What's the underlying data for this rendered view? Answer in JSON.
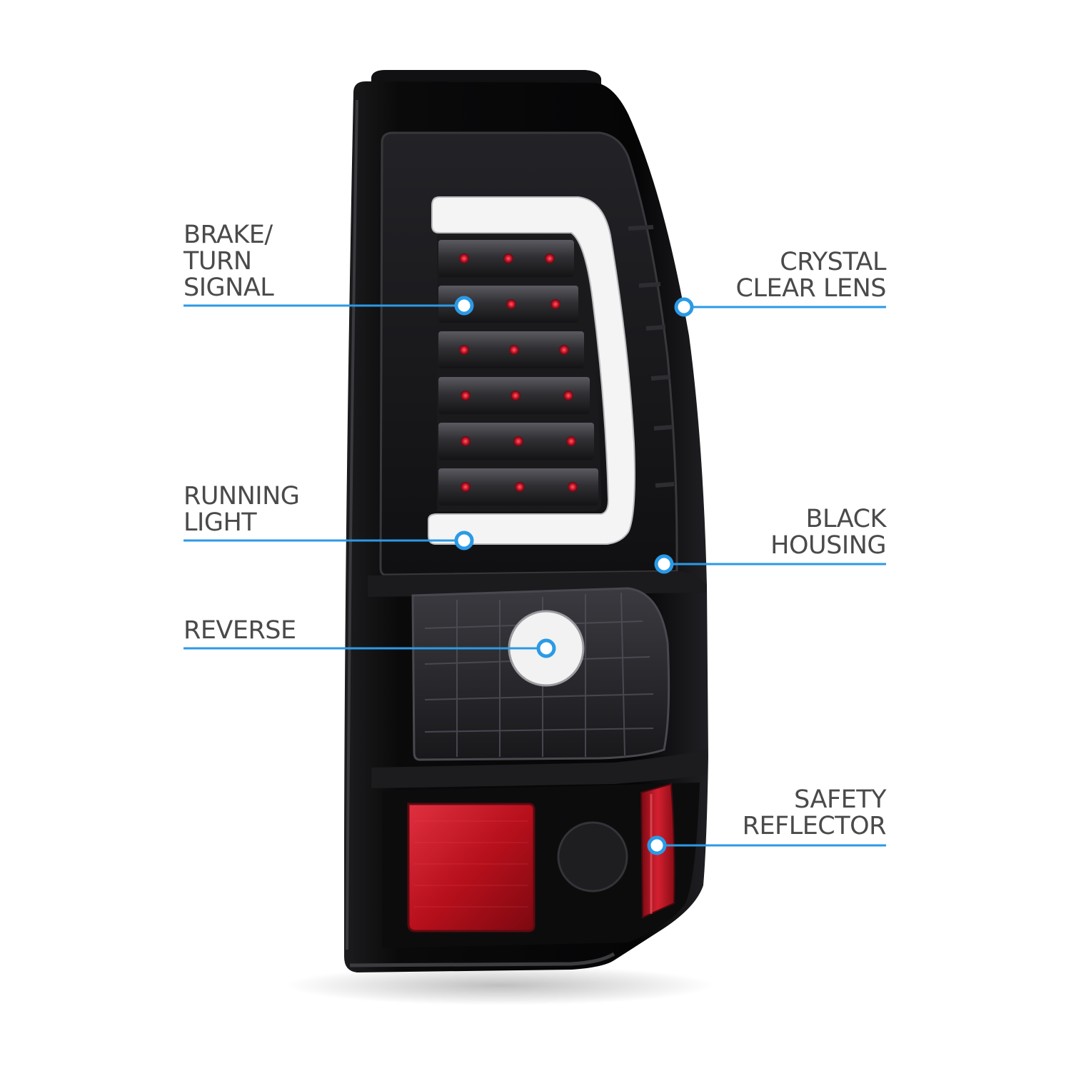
{
  "colors": {
    "callout_line": "#2b9ae6",
    "label_text": "#4a4a4a",
    "housing": "#0b0b0c",
    "reflector_red": "#c4141c",
    "led_red": "#d0182a",
    "light_bar": "#f4f4f4",
    "background": "#ffffff"
  },
  "callouts": {
    "brake_turn_signal": {
      "lines": [
        "BRAKE/",
        "TURN",
        "SIGNAL"
      ]
    },
    "running_light": {
      "lines": [
        "RUNNING",
        "LIGHT"
      ]
    },
    "reverse": {
      "lines": [
        "REVERSE"
      ]
    },
    "crystal_clear_lens": {
      "lines": [
        "CRYSTAL",
        "CLEAR LENS"
      ]
    },
    "black_housing": {
      "lines": [
        "BLACK",
        "HOUSING"
      ]
    },
    "safety_reflector": {
      "lines": [
        "SAFETY",
        "REFLECTOR"
      ]
    }
  }
}
